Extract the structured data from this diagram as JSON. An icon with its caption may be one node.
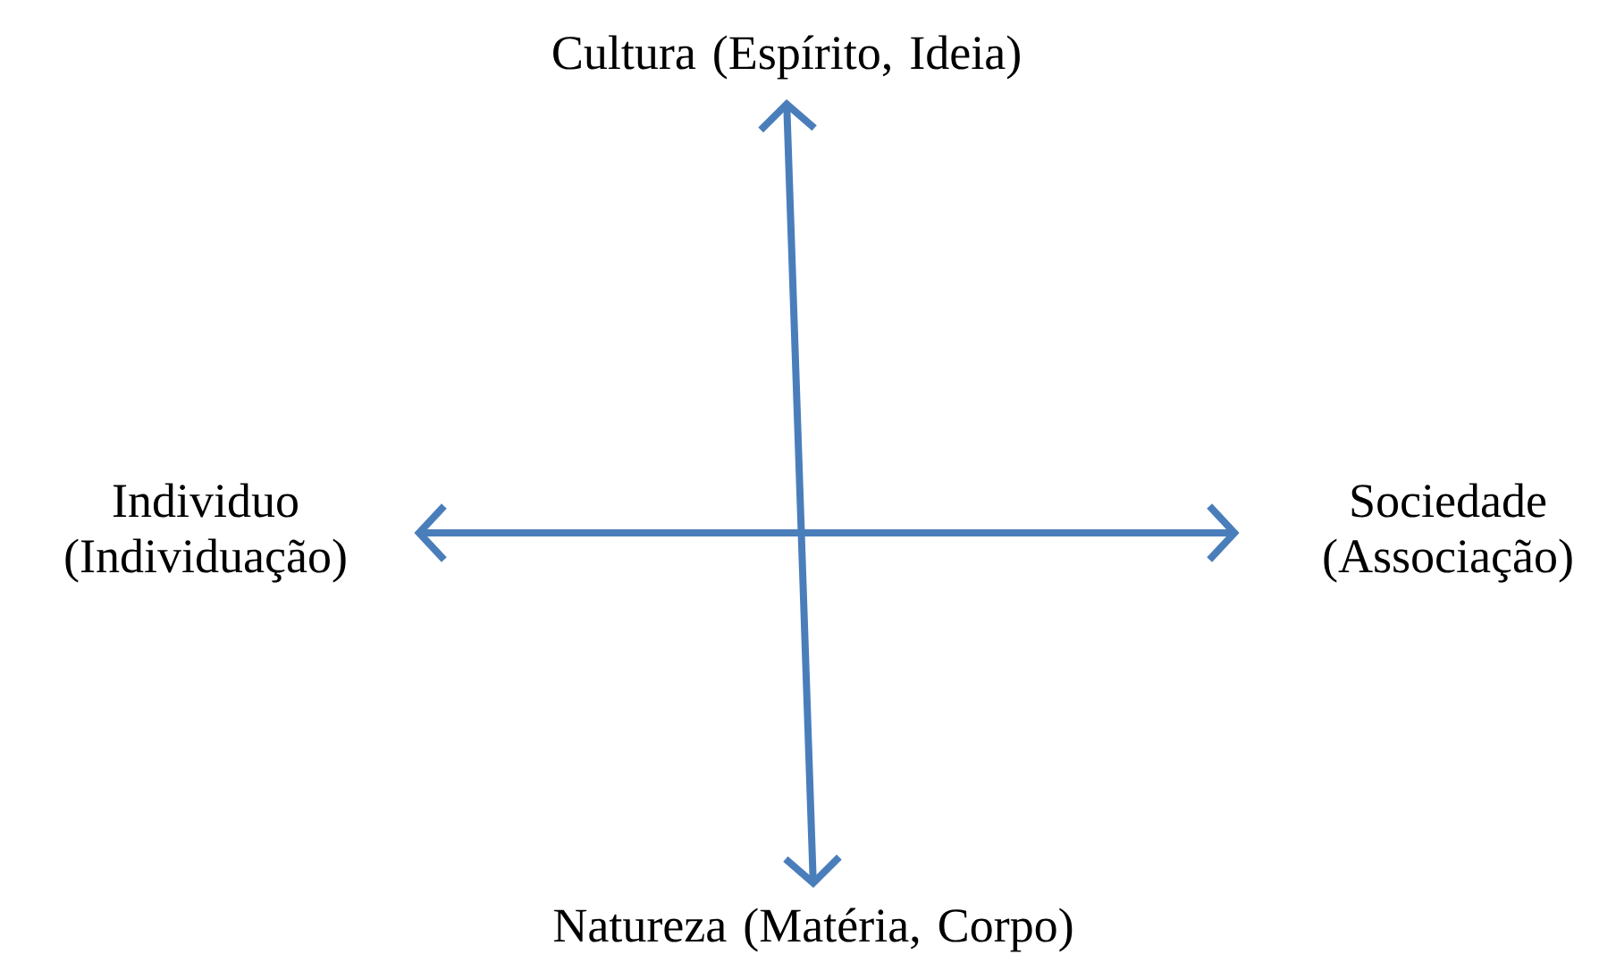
{
  "diagram": {
    "nodes": [
      {
        "text": [
          "Cultura (Espírito, Ideia)"
        ]
      },
      {
        "text": [
          "Individuo (Individuação)"
        ]
      },
      {
        "text": [
          "Sociedade (Associação)"
        ]
      },
      {
        "text": [
          "Natureza (Matéria, Corpo)"
        ]
      }
    ],
    "edges": [
      {
        "from": 0,
        "to": 3,
        "arrow": "both"
      },
      {
        "from": 1,
        "to": 2,
        "arrow": "both"
      }
    ]
  }
}
